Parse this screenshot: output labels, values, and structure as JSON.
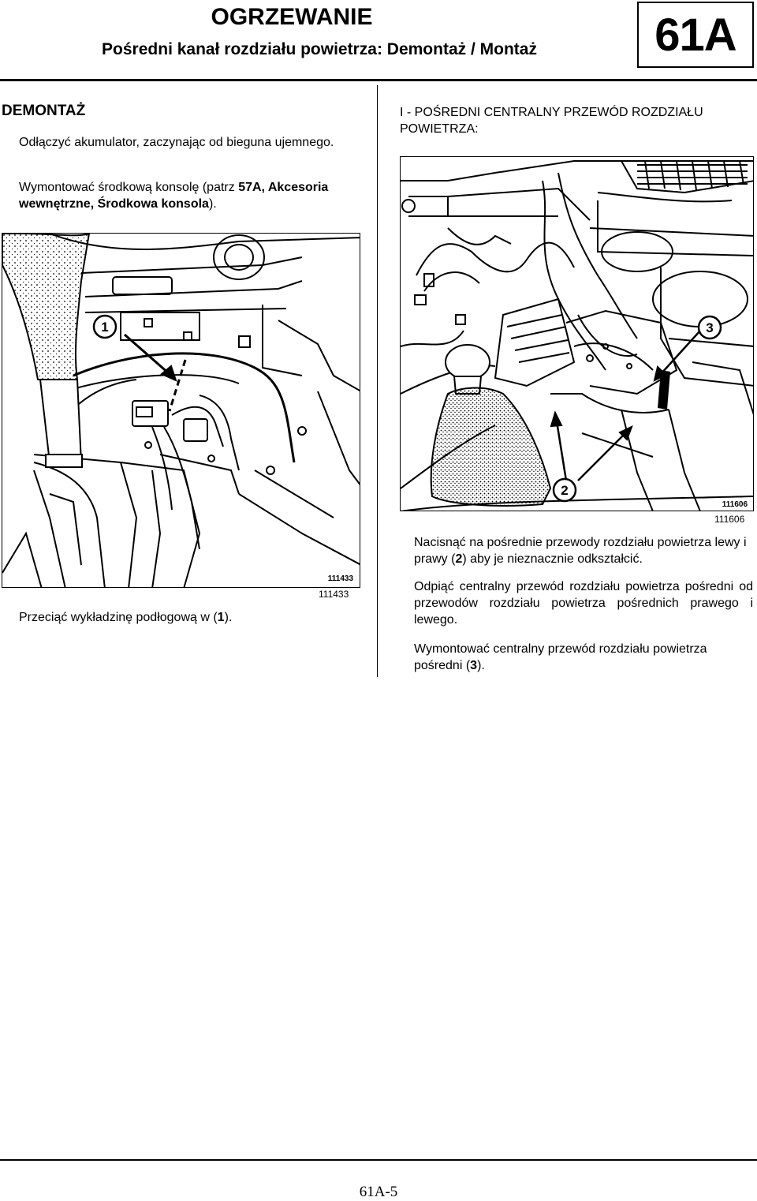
{
  "header": {
    "title": "OGRZEWANIE",
    "subtitle": "Pośredni kanał rozdziału powietrza: Demontaż / Montaż",
    "section_code": "61A"
  },
  "left": {
    "heading": "DEMONTAŻ",
    "p1": "Odłączyć akumulator, zaczynając od bieguna ujemnego.",
    "p2_a": "Wymontować środkową konsolę (patrz ",
    "p2_b": "57A, Akcesoria wewnętrzne, Środkowa konsola",
    "p2_c": ").",
    "figure": {
      "callout": "1",
      "stamp": "111433",
      "ref": "111433"
    },
    "caption_a": "Przeciąć wykładzinę podłogową w (",
    "caption_b": "1",
    "caption_c": ")."
  },
  "right": {
    "heading": "I - POŚREDNI CENTRALNY PRZEWÓD ROZDZIAŁU POWIETRZA:",
    "figure": {
      "callout_a": "3",
      "callout_b": "2",
      "stamp": "111606",
      "ref": "111606"
    },
    "p1_a": "Nacisnąć na pośrednie przewody rozdziału powietrza lewy i prawy (",
    "p1_b": "2",
    "p1_c": ") aby je nieznacznie odkształcić.",
    "p2": "Odpiąć centralny przewód rozdziału powietrza pośredni od przewodów rozdziału powietrza pośrednich prawego i lewego.",
    "p3_a": "Wymontować centralny przewód rozdziału powietrza pośredni (",
    "p3_b": "3",
    "p3_c": ")."
  },
  "footer": {
    "page": "61A-5"
  }
}
